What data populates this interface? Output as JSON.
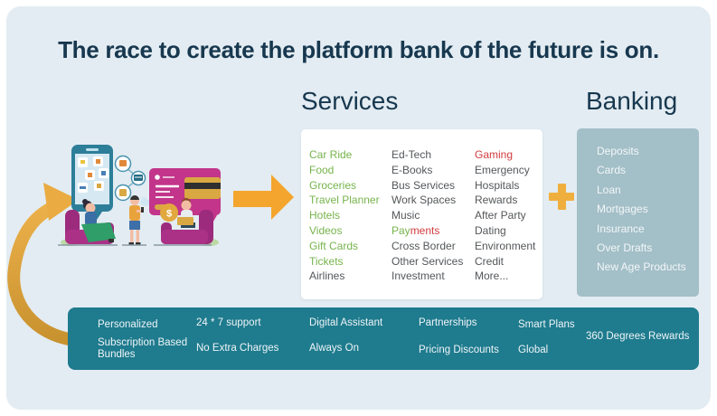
{
  "title": "The race to create the platform bank of the future is on.",
  "services": {
    "heading": "Services",
    "columns": [
      {
        "items": [
          {
            "text": "Car Ride",
            "color": "green"
          },
          {
            "text": "Food",
            "color": "green"
          },
          {
            "text": "Groceries",
            "color": "green"
          },
          {
            "text": "Travel Planner",
            "color": "green"
          },
          {
            "text": "Hotels",
            "color": "green"
          },
          {
            "text": "Videos",
            "color": "green"
          },
          {
            "text": "Gift Cards",
            "color": "green"
          },
          {
            "text": "Tickets",
            "color": "green"
          },
          {
            "text": "Airlines",
            "color": "dark"
          }
        ]
      },
      {
        "items": [
          {
            "text": "Ed-Tech",
            "color": "dark"
          },
          {
            "text": "E-Books",
            "color": "dark"
          },
          {
            "text": "Bus Services",
            "color": "dark"
          },
          {
            "text": "Work Spaces",
            "color": "dark"
          },
          {
            "text": "Music",
            "color": "dark"
          },
          {
            "parts": [
              {
                "text": "Pay",
                "color": "green"
              },
              {
                "text": "ments",
                "color": "red"
              }
            ]
          },
          {
            "text": "Cross Border",
            "color": "dark"
          },
          {
            "text": "Other Services",
            "color": "dark"
          },
          {
            "text": "Investment",
            "color": "dark"
          }
        ]
      },
      {
        "items": [
          {
            "text": "Gaming",
            "color": "red"
          },
          {
            "text": "Emergency",
            "color": "dark"
          },
          {
            "text": "Hospitals",
            "color": "dark"
          },
          {
            "text": "Rewards",
            "color": "dark"
          },
          {
            "text": "After Party",
            "color": "dark"
          },
          {
            "text": "Dating",
            "color": "dark"
          },
          {
            "text": "Environment Credit",
            "color": "dark"
          },
          {
            "text": "More...",
            "color": "dark"
          }
        ]
      }
    ]
  },
  "banking": {
    "heading": "Banking",
    "items": [
      "Deposits",
      "Cards",
      "Loan",
      "Mortgages",
      "Insurance",
      "Over Drafts",
      "New Age Products"
    ]
  },
  "features_bar": {
    "columns": [
      {
        "top": "Personalized",
        "bottom": "Subscription Based Bundles"
      },
      {
        "top": "24 * 7 support",
        "bottom": "No Extra Charges"
      },
      {
        "top": "Digital Assistant",
        "bottom": "Always On"
      },
      {
        "top": "Partnerships",
        "bottom": "Pricing Discounts"
      },
      {
        "top": "Smart Plans",
        "bottom": "Global"
      }
    ],
    "highlight": "360 Degrees Rewards"
  },
  "illustration": {
    "coin_symbol": "$"
  },
  "colors": {
    "background": "#e3ecf2",
    "title_navy": "#17384f",
    "green": "#77b44c",
    "red": "#d23b3f",
    "dark_text": "#54575a",
    "banking_card": "#a3bfc8",
    "teal_bar": "#1f7b8e",
    "orange_arrow": "#f4a52e",
    "gold": "#dfa53d",
    "plus_gold": "#efaf3e",
    "pink_panel": "#c2358a",
    "phone_teal": "#2d7e99"
  }
}
